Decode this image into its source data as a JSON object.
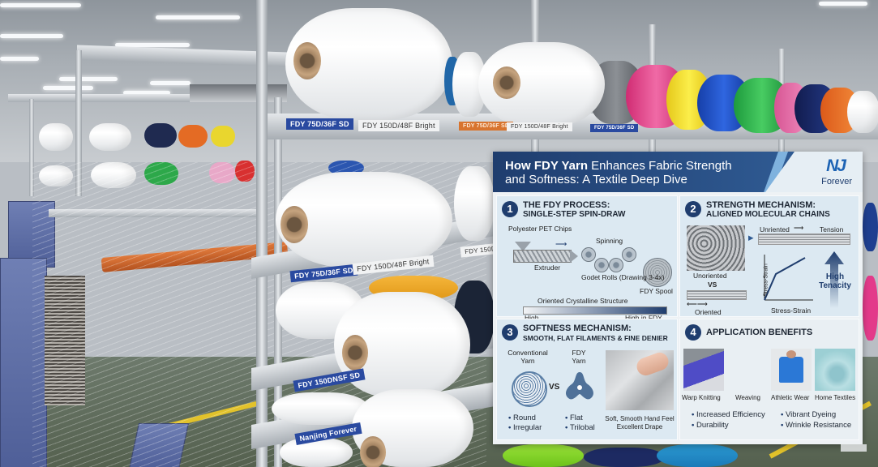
{
  "scene": {
    "description": "Textile factory with FDY yarn spools on racks and warp knitting machines",
    "rack_labels": [
      "FDY 75D/36F SD",
      "FDY 150D/48F Bright",
      "FDY 75D/36F SD",
      "FDY 150D/48F Bright",
      "FDY 75D/36F SD",
      "FDY 150D/48F Bright",
      "FDY 150D/48F Bright",
      "FDY 150DNSF SD",
      "Nanjing Forever"
    ],
    "spool_colors": [
      "#f5f5f5",
      "#6e7277",
      "#e8408a",
      "#f2de2a",
      "#1f4fc4",
      "#2db84a",
      "#e46aa4",
      "#1c2c6e",
      "#ea6a22",
      "#f5f5f5"
    ]
  },
  "infographic": {
    "title_bold": "How FDY Yarn",
    "title_rest_line1": " Enhances Fabric Strength",
    "title_line2": "and Softness: A Textile Deep Dive",
    "logo_mark": "NJ",
    "logo_text": "Forever",
    "colors": {
      "header": "#1f3d6e",
      "accent": "#7fb2de",
      "panel": "#dce9f2"
    },
    "sections": [
      {
        "number": "1",
        "title": "THE FDY PROCESS:",
        "subtitle": "SINGLE-STEP SPIN-DRAW",
        "labels": {
          "input": "Polyester PET Chips",
          "extruder": "Extruder",
          "spinning": "Spinning",
          "godet": "Godet Rolls (Drawing 3-4x)",
          "spool": "FDY Spool",
          "scale_title": "Oriented Crystalline Structure",
          "scale_left": "High",
          "scale_right": "High in FDY"
        }
      },
      {
        "number": "2",
        "title": "STRENGTH MECHANISM:",
        "subtitle": "ALIGNED MOLECULAR CHAINS",
        "labels": {
          "unoriented_top": "Unriented",
          "tension": "Tension",
          "unoriented": "Unoriented",
          "vs": "VS",
          "oriented": "Oriented",
          "y_axis": "Stress-Strain",
          "x_axis": "Stress-Strain",
          "result": "High Tenacity"
        }
      },
      {
        "number": "3",
        "title": "SOFTNESS MECHANISM:",
        "subtitle": "SMOOTH, FLAT FILAMENTS & FINE DENIER",
        "labels": {
          "conventional": "Conventional Yarn",
          "vs": "VS",
          "fdy": "FDY Yarn",
          "conv_bullets": [
            "Round",
            "Irregular"
          ],
          "fdy_bullets": [
            "Flat",
            "Trilobal"
          ],
          "feel_line1": "Soft, Smooth Hand Feel",
          "feel_line2": "Excellent Drape"
        }
      },
      {
        "number": "4",
        "title": "APPLICATION BENEFITS",
        "applications": [
          "Warp Knitting",
          "Weaving",
          "Athletic Wear",
          "Home Textiles"
        ],
        "benefits": [
          "Increased Efficiency",
          "Vibrant Dyeing",
          "Durability",
          "Wrinkle Resistance"
        ]
      }
    ]
  }
}
